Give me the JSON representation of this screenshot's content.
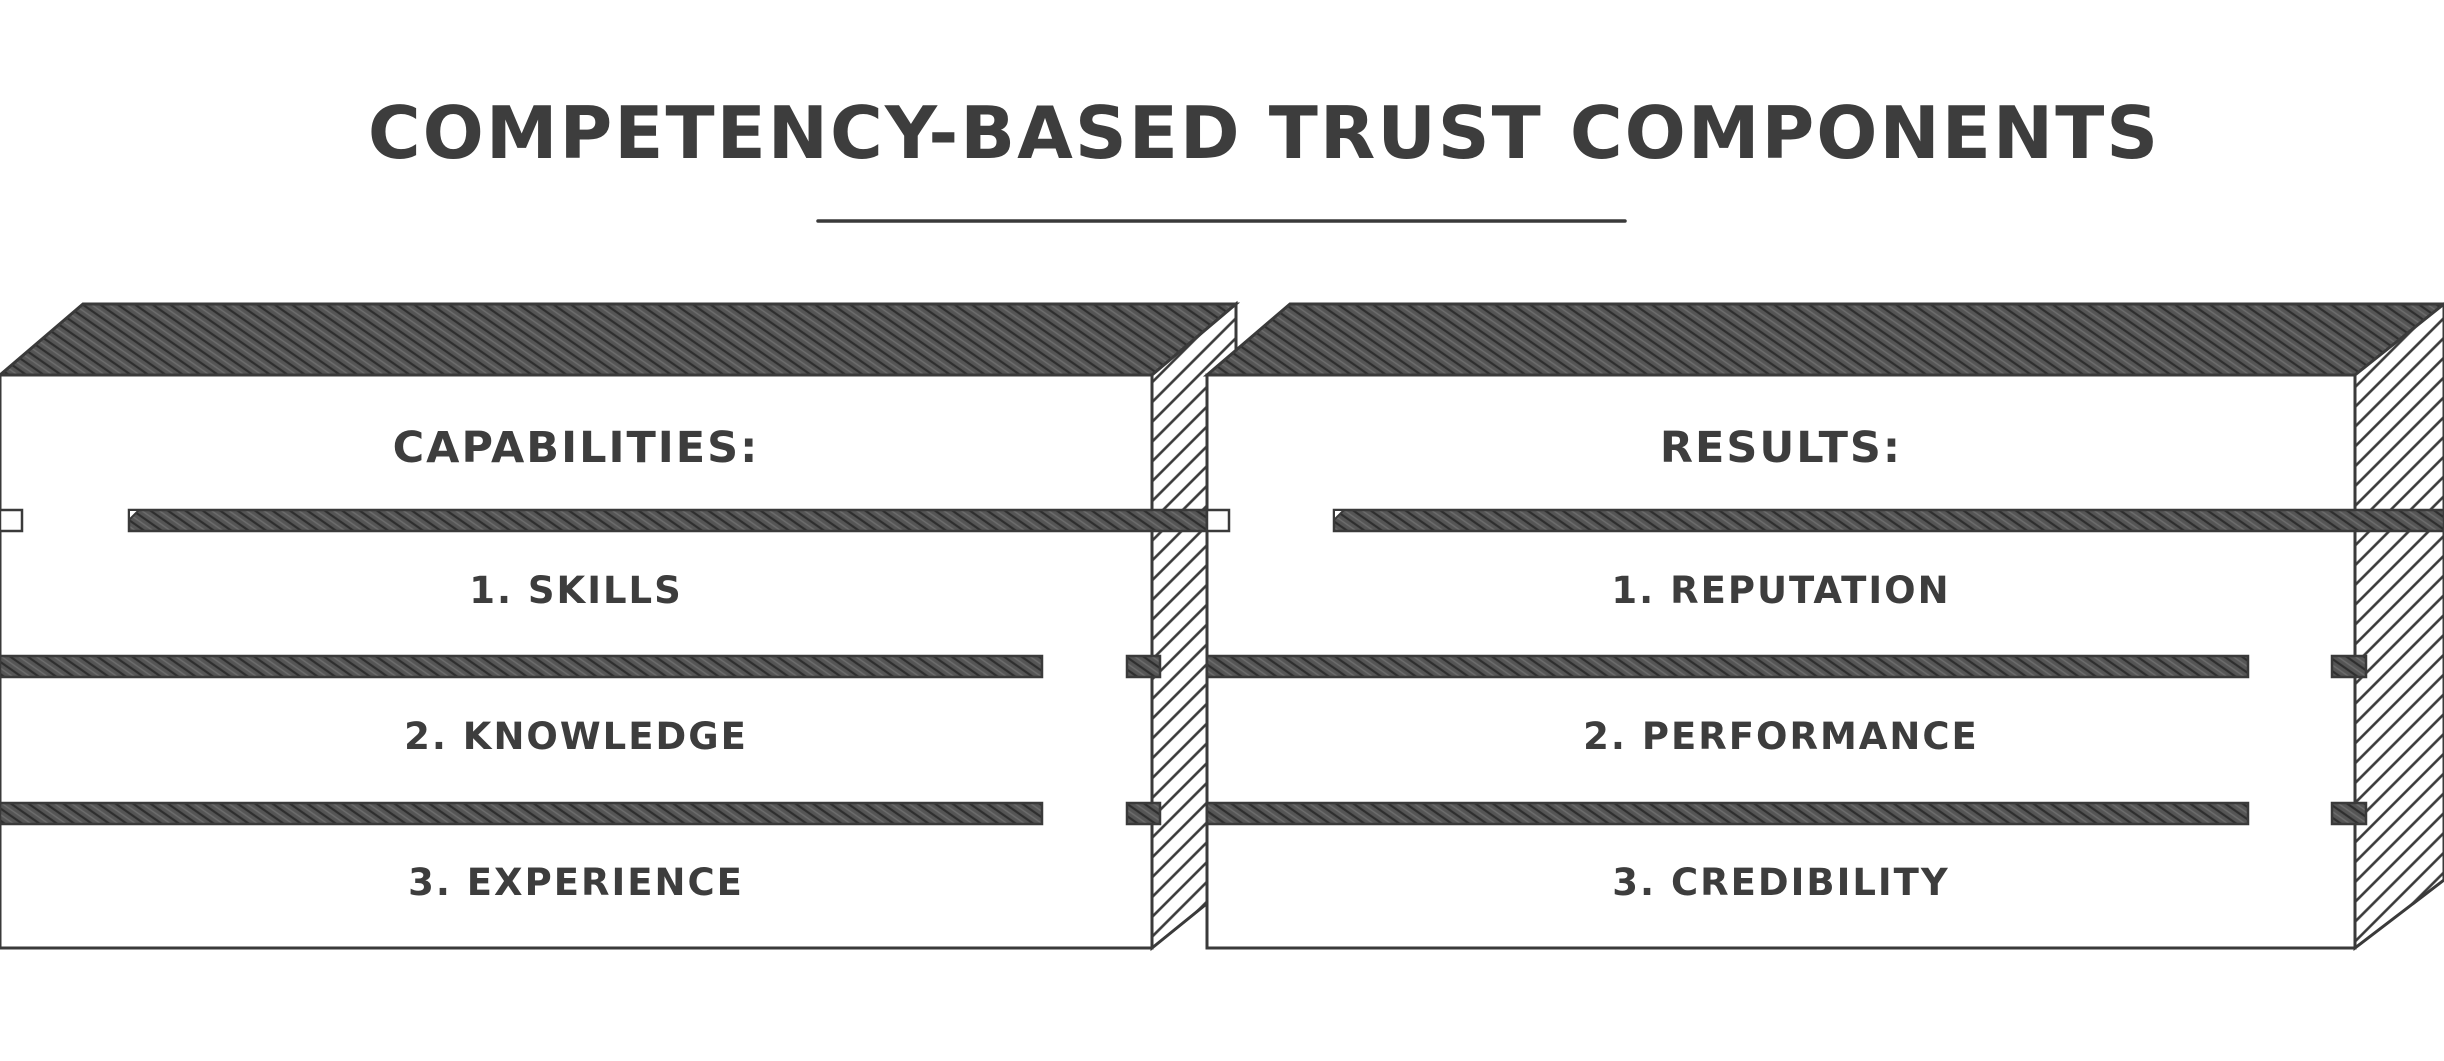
{
  "title": "COMPETENCY-BASED TRUST COMPONENTS",
  "colors": {
    "ink": "#3d3d3d",
    "shade_dark": "#4a4a4a",
    "paper": "#ffffff"
  },
  "panels": [
    {
      "heading": "CAPABILITIES:",
      "items": [
        "1. SKILLS",
        "2. KNOWLEDGE",
        "3. EXPERIENCE"
      ]
    },
    {
      "heading": "RESULTS:",
      "items": [
        "1. REPUTATION",
        "2. PERFORMANCE",
        "3. CREDIBILITY"
      ]
    }
  ]
}
